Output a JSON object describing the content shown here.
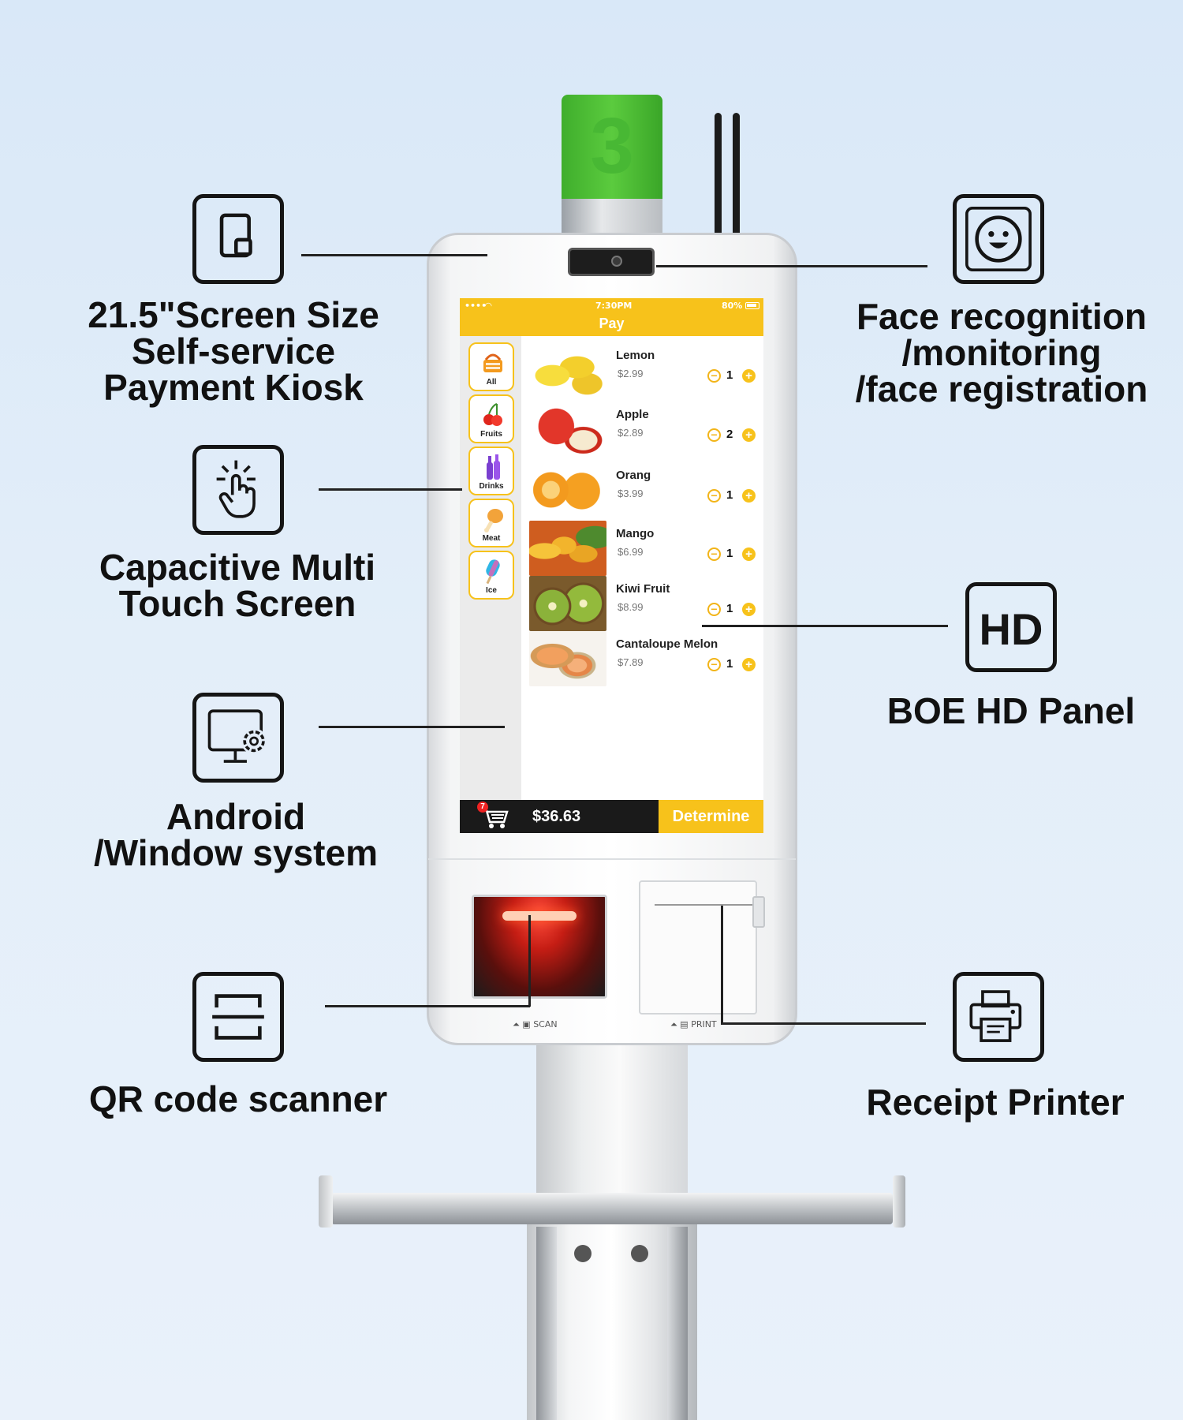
{
  "kiosk_screen": {
    "status": {
      "signal": "•••• ",
      "time": "7:30PM",
      "battery": "80%"
    },
    "title": "Pay",
    "categories": [
      {
        "label": "All",
        "icon": "basket-icon"
      },
      {
        "label": "Fruits",
        "icon": "cherry-icon"
      },
      {
        "label": "Drinks",
        "icon": "bottle-icon"
      },
      {
        "label": "Meat",
        "icon": "drumstick-icon"
      },
      {
        "label": "Ice",
        "icon": "popsicle-icon"
      }
    ],
    "products": [
      {
        "name": "Lemon",
        "price": "$2.99",
        "qty": "1",
        "color": "#f3d23a"
      },
      {
        "name": "Apple",
        "price": "$2.89",
        "qty": "2",
        "color": "#d8281d"
      },
      {
        "name": "Orang",
        "price": "$3.99",
        "qty": "1",
        "color": "#f39a1e"
      },
      {
        "name": "Mango",
        "price": "$6.99",
        "qty": "1",
        "color": "#f5b92c"
      },
      {
        "name": "Kiwi Fruit",
        "price": "$8.99",
        "qty": "1",
        "color": "#8bb23a"
      },
      {
        "name": "Cantaloupe Melon",
        "price": "$7.89",
        "qty": "1",
        "color": "#f2a05e"
      }
    ],
    "cart": {
      "badge": "7",
      "total": "$36.63",
      "button": "Determine"
    },
    "accent_color": "#f7c21b"
  },
  "hardware_labels": {
    "scan": "SCAN",
    "print": "PRINT"
  },
  "features": {
    "screen_size": {
      "lines": [
        "21.5\"Screen Size",
        "Self-service",
        "Payment Kiosk"
      ],
      "icon": "tablet-icon"
    },
    "face_recognition": {
      "lines": [
        "Face recognition",
        "/monitoring",
        "/face registration"
      ],
      "icon": "face-scan-icon"
    },
    "touch": {
      "lines": [
        "Capacitive Multi",
        "Touch Screen"
      ],
      "icon": "touch-hand-icon"
    },
    "hd_panel": {
      "lines": [
        "BOE HD Panel"
      ],
      "icon_text": "HD"
    },
    "os": {
      "lines": [
        "Android",
        "/Window system"
      ],
      "icon": "monitor-gear-icon"
    },
    "qr": {
      "lines": [
        "QR code scanner"
      ],
      "icon": "scanner-icon"
    },
    "printer": {
      "lines": [
        "Receipt Printer"
      ],
      "icon": "printer-icon"
    }
  },
  "camera_module_digit": "3"
}
